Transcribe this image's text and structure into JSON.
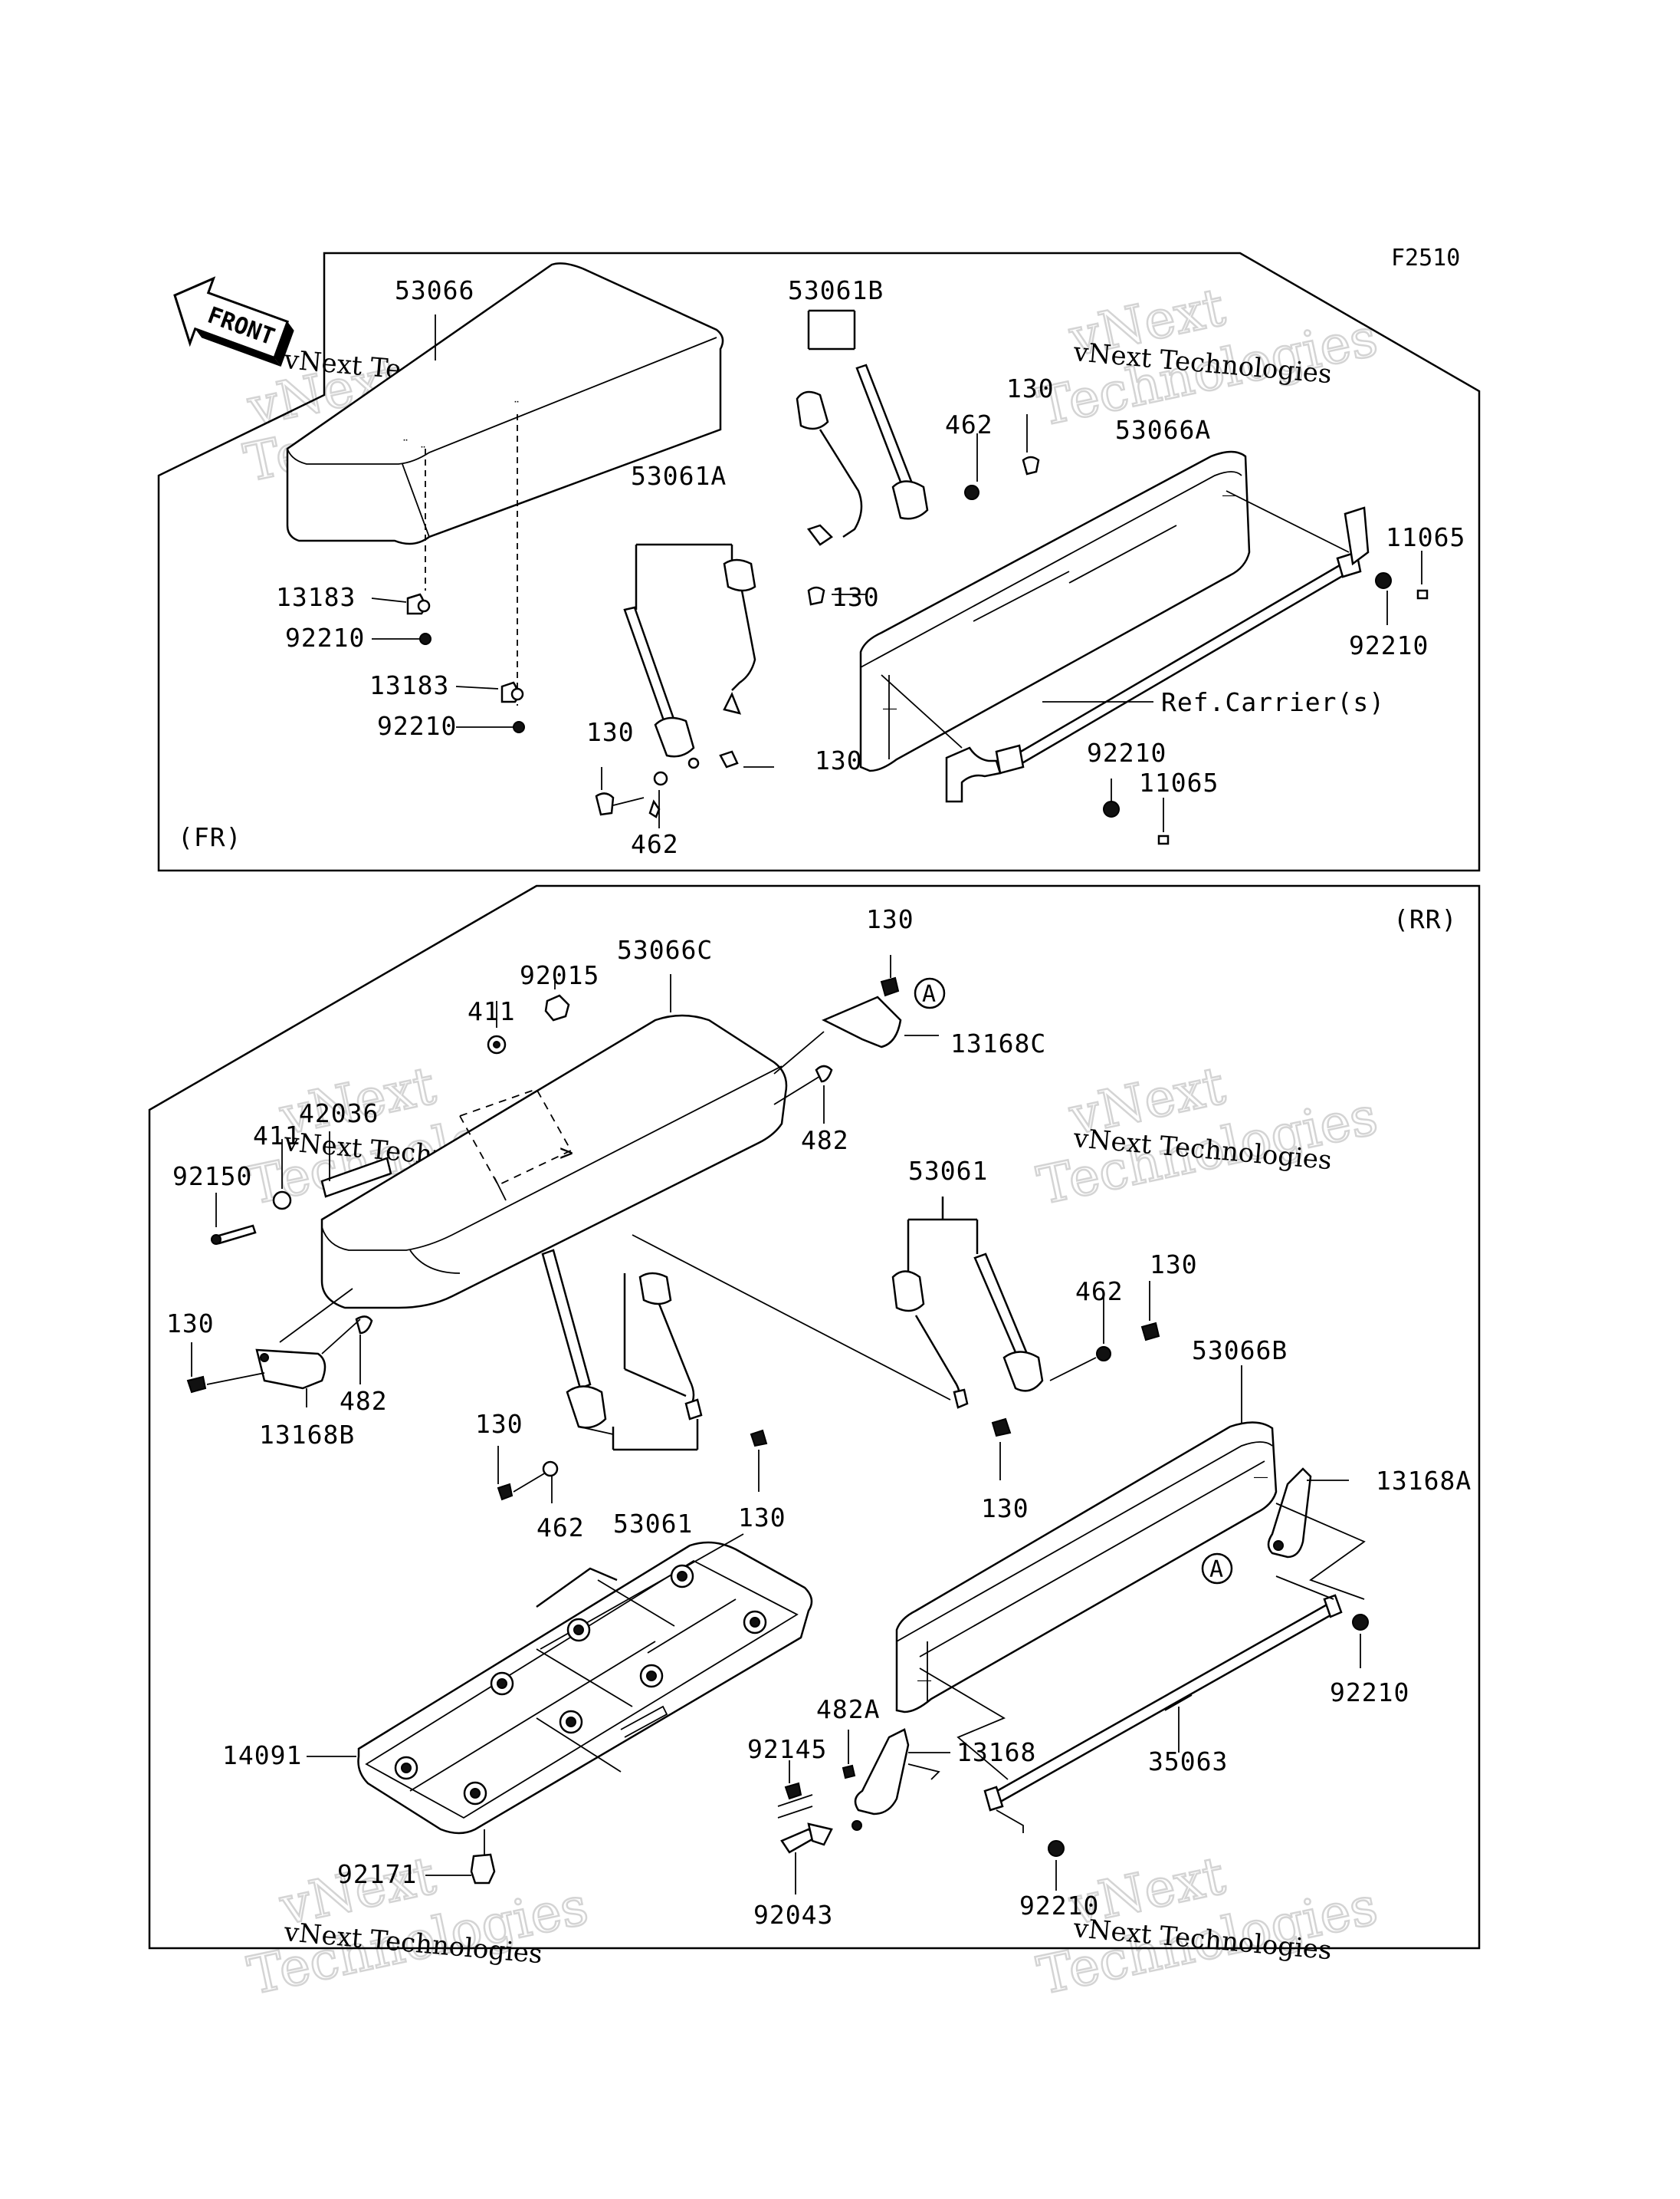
{
  "figure_code": "F2510",
  "front_label": "FRONT",
  "sections": {
    "front": {
      "label": "(FR)"
    },
    "rear": {
      "label": "(RR)"
    }
  },
  "callout_marker": "A",
  "reference_note": "Ref.Carrier(s)",
  "watermark": {
    "text_small": "vNext Technologies",
    "text_big_line1": "vNext",
    "text_big_line2": "Technologies"
  },
  "parts_front": [
    {
      "id": "53066"
    },
    {
      "id": "13183"
    },
    {
      "id": "92210"
    },
    {
      "id": "13183"
    },
    {
      "id": "92210"
    },
    {
      "id": "53061A"
    },
    {
      "id": "130"
    },
    {
      "id": "462"
    },
    {
      "id": "130"
    },
    {
      "id": "53061B"
    },
    {
      "id": "130"
    },
    {
      "id": "462"
    },
    {
      "id": "130"
    },
    {
      "id": "53066A"
    },
    {
      "id": "11065"
    },
    {
      "id": "92210"
    },
    {
      "id": "92210"
    },
    {
      "id": "11065"
    }
  ],
  "parts_rear": [
    {
      "id": "130"
    },
    {
      "id": "92015"
    },
    {
      "id": "53066C"
    },
    {
      "id": "411"
    },
    {
      "id": "13168C"
    },
    {
      "id": "42036"
    },
    {
      "id": "411"
    },
    {
      "id": "482"
    },
    {
      "id": "92150"
    },
    {
      "id": "53061"
    },
    {
      "id": "130"
    },
    {
      "id": "462"
    },
    {
      "id": "130"
    },
    {
      "id": "482"
    },
    {
      "id": "53066B"
    },
    {
      "id": "13168B"
    },
    {
      "id": "130"
    },
    {
      "id": "13168A"
    },
    {
      "id": "462"
    },
    {
      "id": "53061"
    },
    {
      "id": "130"
    },
    {
      "id": "130"
    },
    {
      "id": "14091"
    },
    {
      "id": "92210"
    },
    {
      "id": "482A"
    },
    {
      "id": "92145"
    },
    {
      "id": "13168"
    },
    {
      "id": "35063"
    },
    {
      "id": "92171"
    },
    {
      "id": "92043"
    },
    {
      "id": "92210"
    }
  ]
}
